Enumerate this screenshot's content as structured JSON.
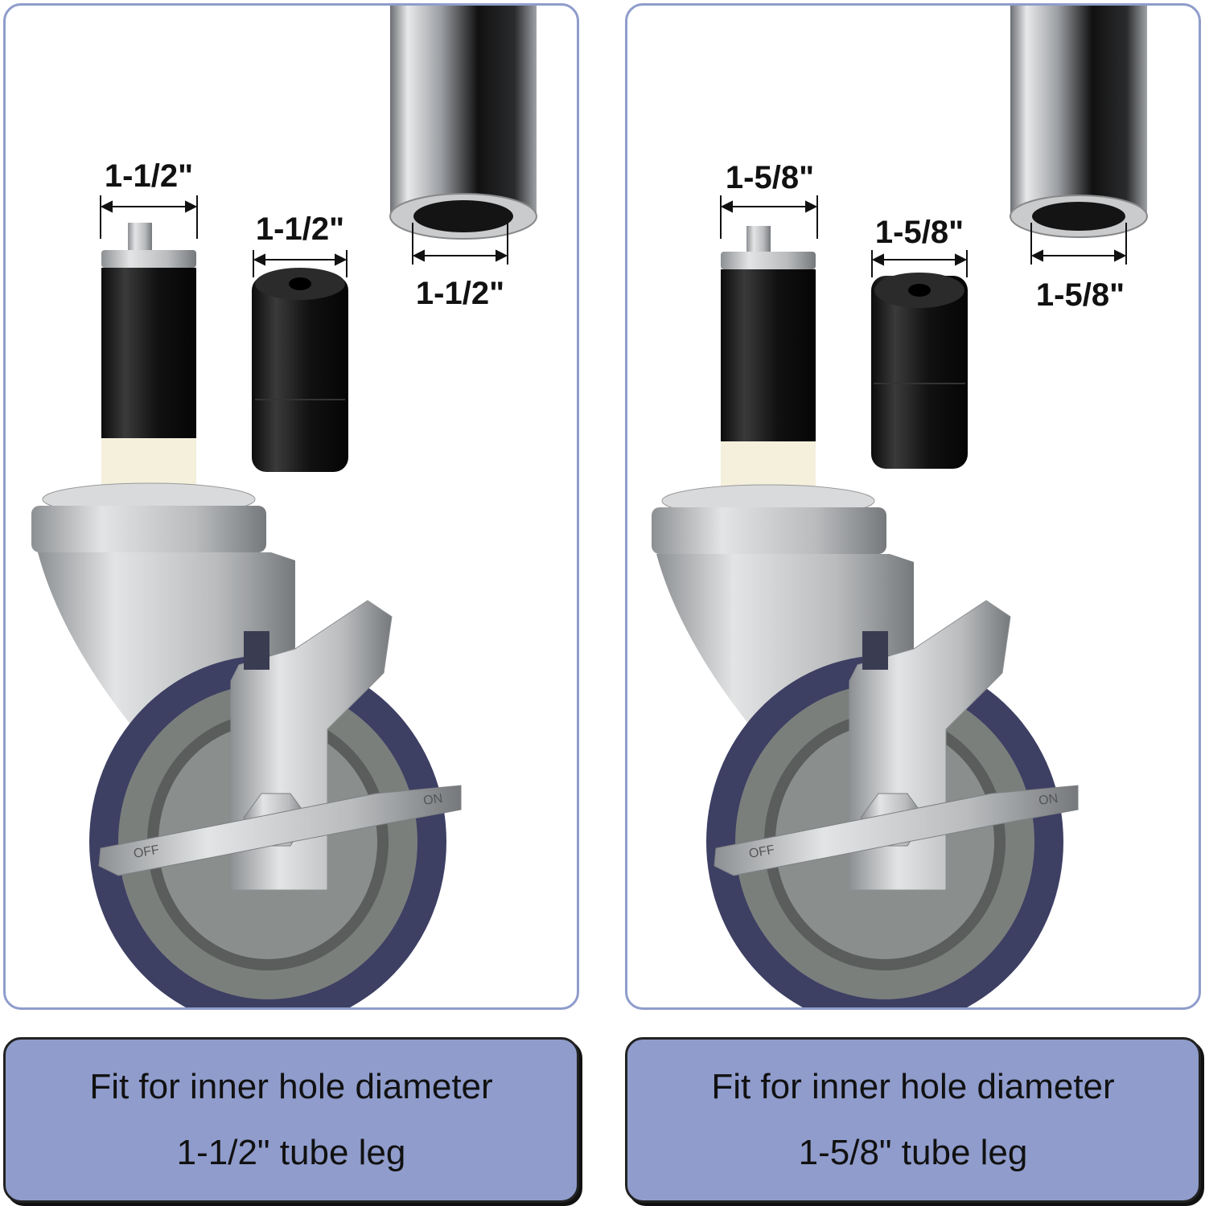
{
  "panels": [
    {
      "stem_dim": "1-1/2\"",
      "plug_dim": "1-1/2\"",
      "tube_dim": "1-1/2\"",
      "brake_on": "ON",
      "brake_off": "OFF",
      "caption_line1": "Fit for inner hole diameter",
      "caption_line2": "1-1/2\" tube leg"
    },
    {
      "stem_dim": "1-5/8\"",
      "plug_dim": "1-5/8\"",
      "tube_dim": "1-5/8\"",
      "brake_on": "ON",
      "brake_off": "OFF",
      "caption_line1": "Fit for inner hole diameter",
      "caption_line2": "1-5/8\" tube leg"
    }
  ],
  "colors": {
    "panel_border": "#8f9ccc",
    "caption_bg": "#8f9ccc",
    "wheel_tread": "#3d3f63",
    "hub": "#7b7f7c",
    "metal": "#c4c6c8"
  }
}
